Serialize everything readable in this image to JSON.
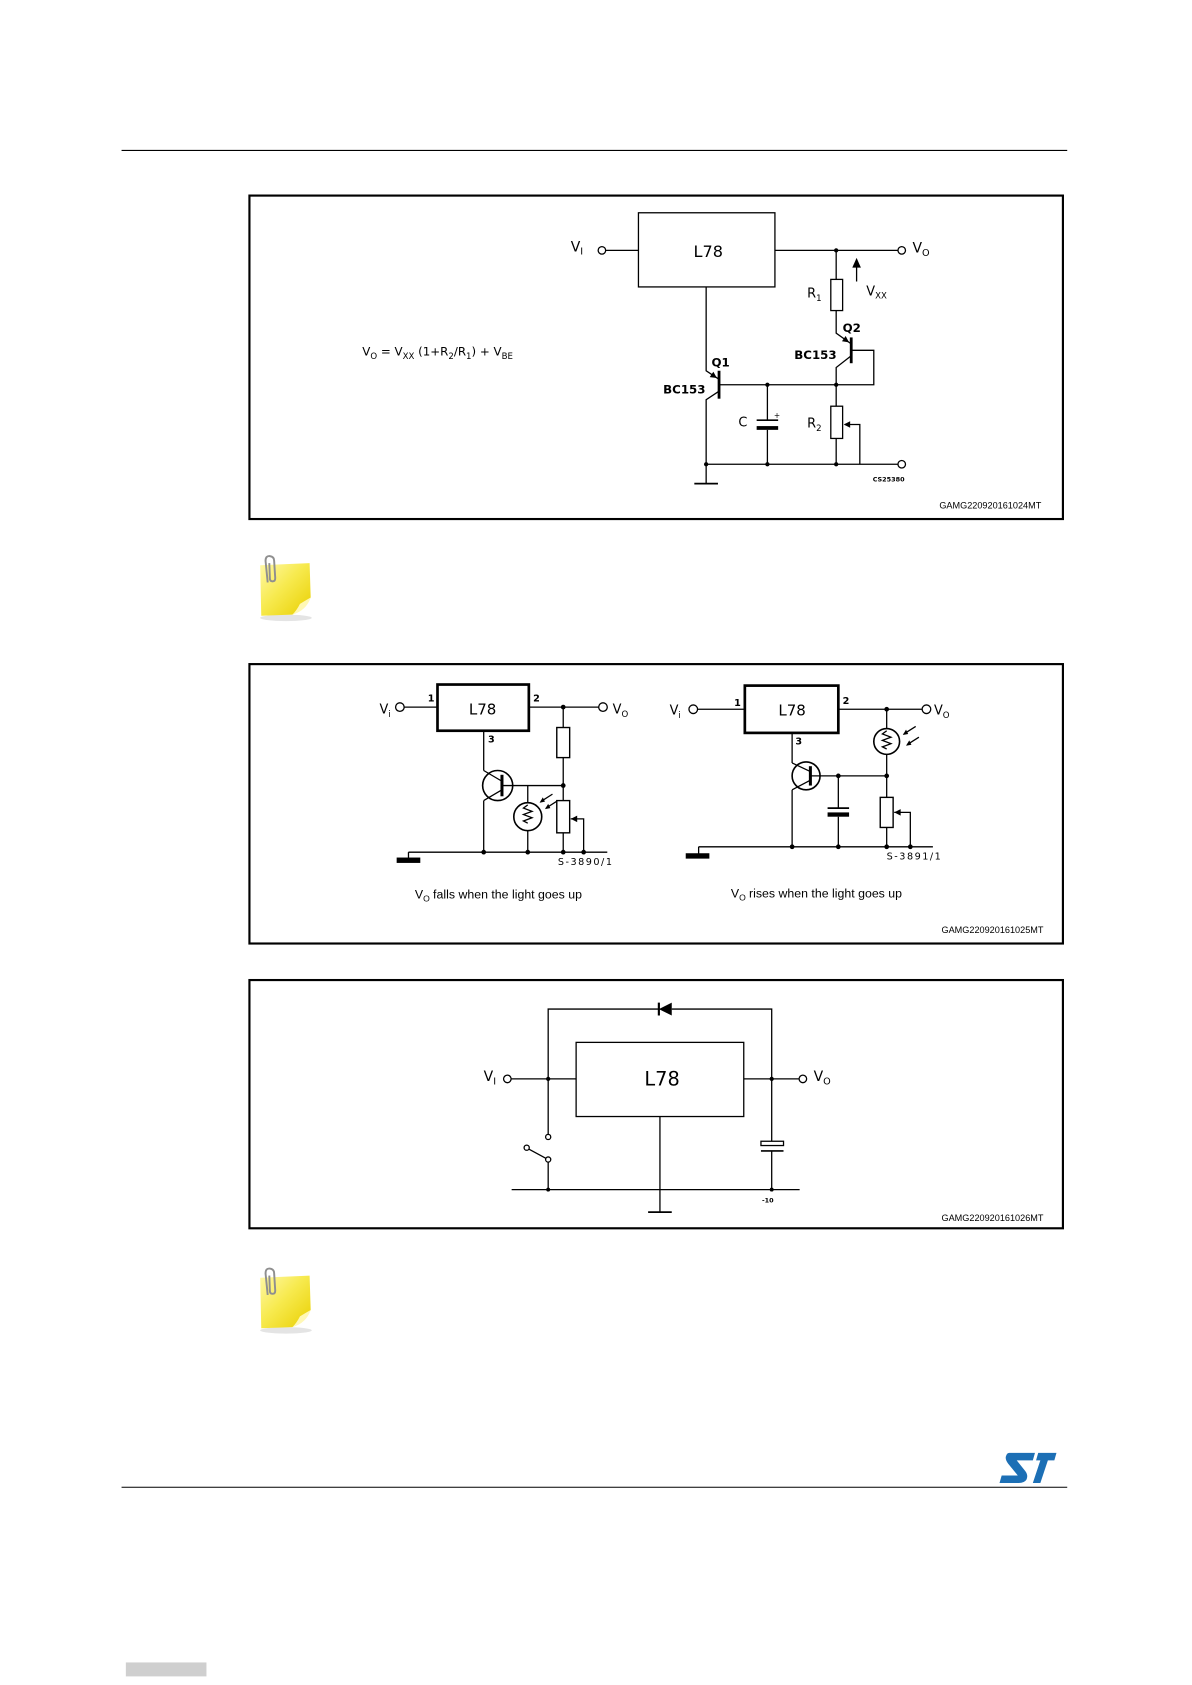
{
  "colors": {
    "logo": "#1c6fb5",
    "note": "#f7ea4f",
    "note_dark": "#e9cf00",
    "footer_bar": "#cfcfcf"
  },
  "logo": {
    "text": "ST"
  },
  "figures": [
    {
      "formula": [
        "V",
        "O",
        " = V",
        "XX",
        " (1+R",
        "2",
        "/R",
        "1",
        ") + V",
        "BE"
      ],
      "regulator": "L78",
      "input": {
        "main": "V",
        "sub": "I"
      },
      "output": {
        "main": "V",
        "sub": "O"
      },
      "r1": {
        "main": "R",
        "sub": "1"
      },
      "r2": {
        "main": "R",
        "sub": "2"
      },
      "vxx": {
        "main": "V",
        "sub": "XX"
      },
      "q1": {
        "name": "Q1",
        "type": "BC153"
      },
      "q2": {
        "name": "Q2",
        "type": "BC153"
      },
      "capacitor": {
        "name": "C",
        "polarity": "+"
      },
      "drawing_ref": "CS25380",
      "code": "GAMG220920161024MT"
    },
    {
      "circuits": [
        {
          "regulator": "L78",
          "input": {
            "main": "V",
            "sub": "i"
          },
          "output": {
            "main": "V",
            "sub": "O"
          },
          "pins": [
            "1",
            "2",
            "3"
          ],
          "drawing_ref": "S-3890/1",
          "caption": {
            "main": "V",
            "sub": "O",
            "text": "falls when the light goes up"
          }
        },
        {
          "regulator": "L78",
          "input": {
            "main": "V",
            "sub": "i"
          },
          "output": {
            "main": "V",
            "sub": "O"
          },
          "pins": [
            "1",
            "2",
            "3"
          ],
          "drawing_ref": "S-3891/1",
          "caption": {
            "main": "V",
            "sub": "O",
            "text": "rises when the light goes up"
          }
        }
      ],
      "code": "GAMG220920161025MT"
    },
    {
      "regulator": "L78",
      "input": {
        "main": "V",
        "sub": "I"
      },
      "output": {
        "main": "V",
        "sub": "O"
      },
      "capacitor_value": "-10",
      "code": "GAMG220920161026MT"
    }
  ]
}
